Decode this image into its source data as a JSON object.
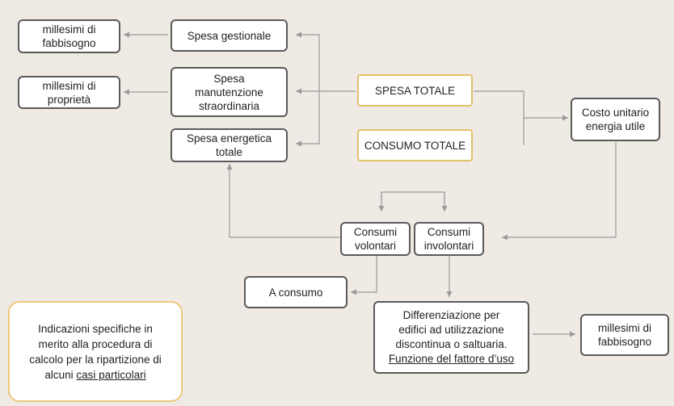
{
  "nodes": {
    "millesimi_fabbisogno_top": "millesimi di\nfabbisogno",
    "millesimi_proprieta": "millesimi di\nproprietà",
    "spesa_gestionale": "Spesa gestionale",
    "spesa_manutenzione": "Spesa\nmanutenzione\nstraordinaria",
    "spesa_energetica": "Spesa energetica\ntotale",
    "spesa_totale": "SPESA TOTALE",
    "consumo_totale": "CONSUMO TOTALE",
    "costo_unitario": "Costo unitario\nenergia utile",
    "consumi_volontari": "Consumi\nvolontari",
    "consumi_involontari": "Consumi\ninvolontari",
    "a_consumo": "A consumo",
    "differenziazione_line1": "Differenziazione per\nedifici ad utilizzazione\ndiscontinua o saltuaria.",
    "differenziazione_line2": "Funzione del fattore d’uso",
    "millesimi_fabbisogno_bottom": "millesimi di\nfabbisogno",
    "note_text": "Indicazioni specifiche in\nmerito alla procedura di\ncalcolo per la ripartizione di\nalcuni ",
    "note_link": "casi particolari"
  },
  "colors": {
    "background": "#efebe4",
    "box_border": "#5a5a5a",
    "highlight_border": "#e3bf6a",
    "note_border": "#efc77f",
    "connector": "#9a9a9a"
  }
}
